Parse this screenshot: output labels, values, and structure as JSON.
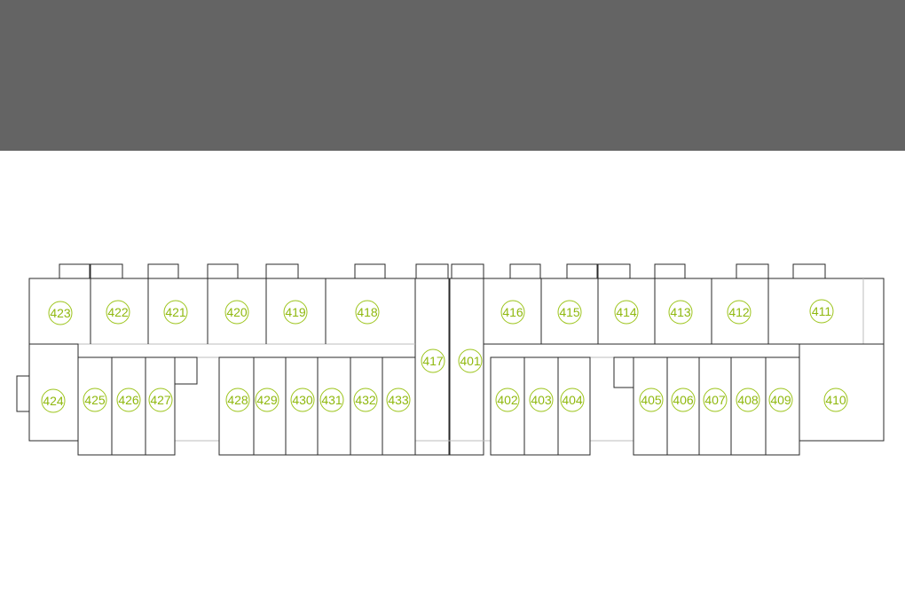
{
  "colors": {
    "header": "#646464",
    "label": "#8fb80e",
    "badge_stroke": "#9cc41a",
    "walls": "#2a2a2a"
  },
  "units": [
    {
      "id": "423"
    },
    {
      "id": "422"
    },
    {
      "id": "421"
    },
    {
      "id": "420"
    },
    {
      "id": "419"
    },
    {
      "id": "418"
    },
    {
      "id": "416"
    },
    {
      "id": "415"
    },
    {
      "id": "414"
    },
    {
      "id": "413"
    },
    {
      "id": "412"
    },
    {
      "id": "411"
    },
    {
      "id": "417"
    },
    {
      "id": "401"
    },
    {
      "id": "424"
    },
    {
      "id": "425"
    },
    {
      "id": "426"
    },
    {
      "id": "427"
    },
    {
      "id": "428"
    },
    {
      "id": "429"
    },
    {
      "id": "430"
    },
    {
      "id": "431"
    },
    {
      "id": "432"
    },
    {
      "id": "433"
    },
    {
      "id": "402"
    },
    {
      "id": "403"
    },
    {
      "id": "404"
    },
    {
      "id": "405"
    },
    {
      "id": "406"
    },
    {
      "id": "407"
    },
    {
      "id": "408"
    },
    {
      "id": "409"
    },
    {
      "id": "410"
    }
  ]
}
